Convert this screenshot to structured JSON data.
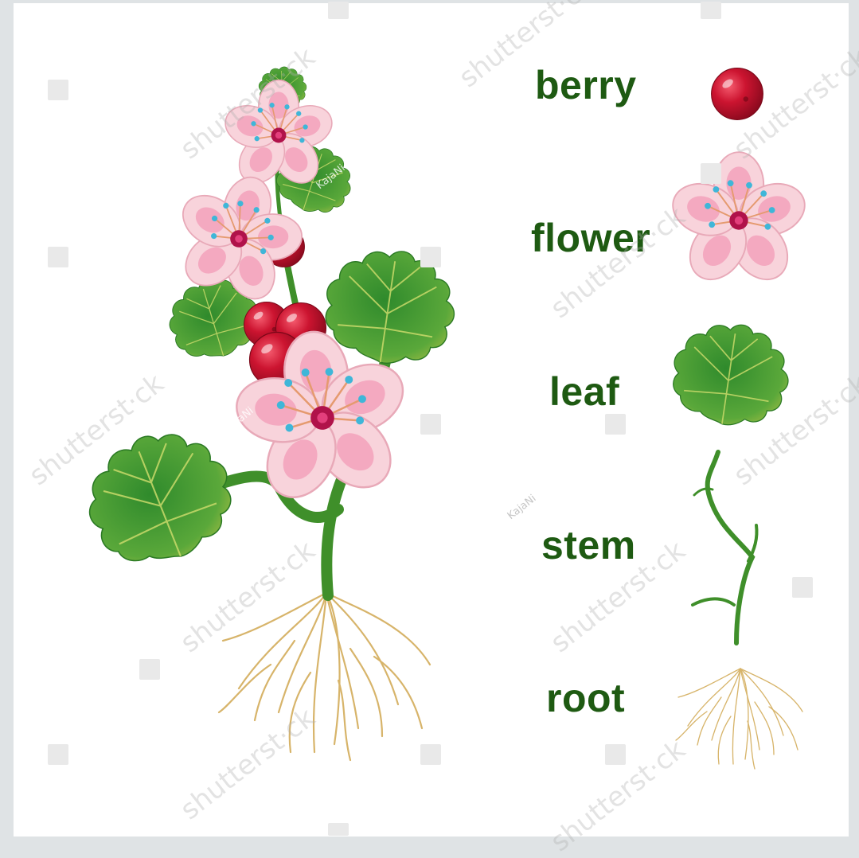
{
  "labels": {
    "berry": "berry",
    "flower": "flower",
    "leaf": "leaf",
    "stem": "stem",
    "root": "root"
  },
  "watermark": {
    "site": "shutterst·ck",
    "artist": "KajaNi"
  },
  "colors": {
    "label_text": "#1e5a12",
    "berry": "#c8102e",
    "petal": "#f7c9d3",
    "leaf": "#4e9e2e",
    "stem": "#3f8f2a",
    "root": "#d7b46a"
  },
  "icons": [
    "berry-icon",
    "flower-icon",
    "leaf-icon",
    "stem-icon",
    "root-icon"
  ]
}
